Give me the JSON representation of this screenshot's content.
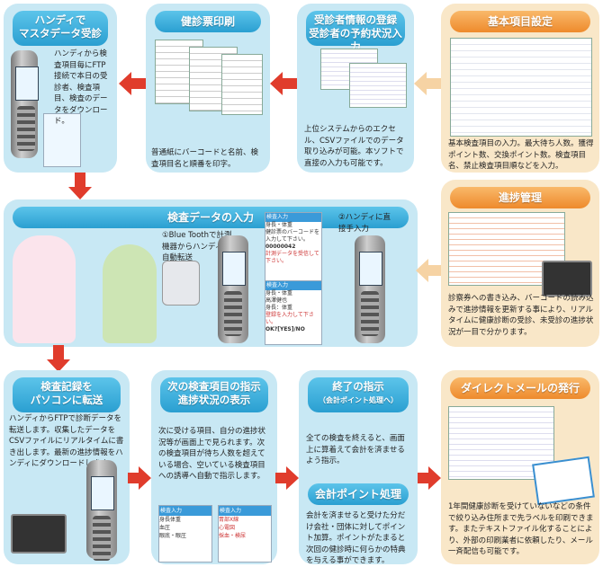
{
  "panels": {
    "handy_receive": {
      "title_line1": "ハンディで",
      "title_line2": "マスタデータ受診",
      "text": "ハンディから検査項目毎にFTP接続で本日の受診者、検査項目、検査のデータをダウンロード。"
    },
    "print": {
      "title": "健診票印刷",
      "text": "普通紙にバーコードと名前、検査項目名と順番を印字。"
    },
    "registration": {
      "title_line1": "受診者情報の登録",
      "title_line2": "受診者の予約状況入力",
      "text": "上位システムからのエクセル、CSVファイルでのデータ取り込みが可能。本ソフトで直接の入力も可能です。"
    },
    "basic_settings": {
      "title": "基本項目設定",
      "text": "基本検査項目の入力。最大待ち人数。獲得ポイント数、交換ポイント数。検査項目名、禁止検査項目順などを入力。"
    },
    "exam_input": {
      "title": "検査データの入力",
      "step1": "①Blue Toothで計測機器からハンディに自動転送",
      "step2": "②ハンディに直接手入力",
      "screen1_header": "検査入力",
      "screen1_item": "身長・体重",
      "screen1_msg": "健診票のバーコードを入力して下さい。",
      "screen1_code": "00000042",
      "screen1_prompt": "計測データを受信して下さい。",
      "screen2_header": "検査入力",
      "screen2_item": "身長・体重",
      "screen2_name": "高澤健也",
      "screen2_values": "身長：体重",
      "screen2_confirm": "登録を入力して下さい。",
      "screen2_keys": "OK?[YES]/NO"
    },
    "progress": {
      "title": "進捗管理",
      "text": "診察券への書き込み、バーコードの読み込みで進捗情報を更新する事により、リアルタイムに健康診断の受診、未受診の進捗状況が一目で分かります。"
    },
    "transfer": {
      "title_line1": "検査記録を",
      "title_line2": "パソコンに転送",
      "text": "ハンディからFTPで診断データを転送します。収集したデータをCSVファイルにリアルタイムに書き出します。最新の進捗情報をハンディにダウンロードします。"
    },
    "next_exam": {
      "title_line1": "次の検査項目の指示",
      "title_line2": "進捗状況の表示",
      "text": "次に受ける項目、自分の進捗状況等が画面上で見られます。次の検査項目が待ち人数を超えている場合、空いている検査項目への誘導へ自動で指示します。",
      "screen_a_header": "検査入力",
      "screen_a_lines": [
        "身長体重",
        "血圧",
        "眼底・眼圧"
      ],
      "screen_b_header": "検査入力",
      "screen_b_lines": [
        "胃部X線",
        "心電図",
        "採血・検尿"
      ]
    },
    "finish": {
      "title": "終了の指示",
      "subtitle": "（会計ポイント処理へ）",
      "text": "全ての検査を終えると、画面上に算着えて会計を済ませるよう指示。"
    },
    "points": {
      "title": "会計ポイント処理",
      "text": "会計を済ませると受けた分だけ会社・団体に対してポイント加算。ポイントがたまると次回の健診時に何らかの特典を与える事ができます。"
    },
    "direct_mail": {
      "title": "ダイレクトメールの発行",
      "text": "1年間健康診断を受けていないなどの条件で絞り込み住所まで先ラベルを印刷できます。またテキストファイル化することにより、外部の印刷業者に依頼したり、メール一斉配信も可能です。"
    }
  },
  "colors": {
    "panel_blue": "#c8e8f4",
    "panel_beige": "#f9e7c8",
    "title_blue": "#2a9fd1",
    "title_orange": "#ee8a2c",
    "arrow_red": "#e03c2c",
    "arrow_beige": "#f6d3a4"
  }
}
